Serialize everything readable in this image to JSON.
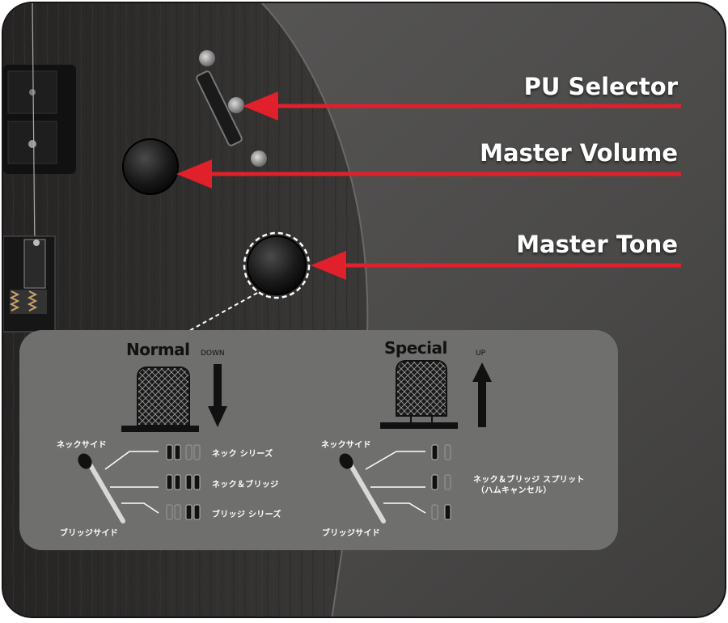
{
  "callouts": {
    "pu_selector": "PU Selector",
    "master_volume": "Master Volume",
    "master_tone": "Master Tone"
  },
  "normal": {
    "title": "Normal",
    "direction": "DOWN",
    "neck_side": "ネックサイド",
    "bridge_side": "ブリッジサイド",
    "options": [
      "ネック シリーズ",
      "ネック＆ブリッジ",
      "ブリッジ シリーズ"
    ]
  },
  "special": {
    "title": "Special",
    "direction": "UP",
    "neck_side": "ネックサイド",
    "bridge_side": "ブリッジサイド",
    "option_line1": "ネック＆ブリッジ スプリット",
    "option_line2": "（ハムキャンセル）"
  },
  "colors": {
    "arrow": "#e0202a",
    "panel": "#6f706e",
    "body": "#2e2d2c",
    "background": "#4a4949"
  },
  "icons": [
    "screw-icon",
    "knob-icon",
    "pickup-icon",
    "lever-switch-icon",
    "arrow-down-icon",
    "arrow-up-icon"
  ]
}
